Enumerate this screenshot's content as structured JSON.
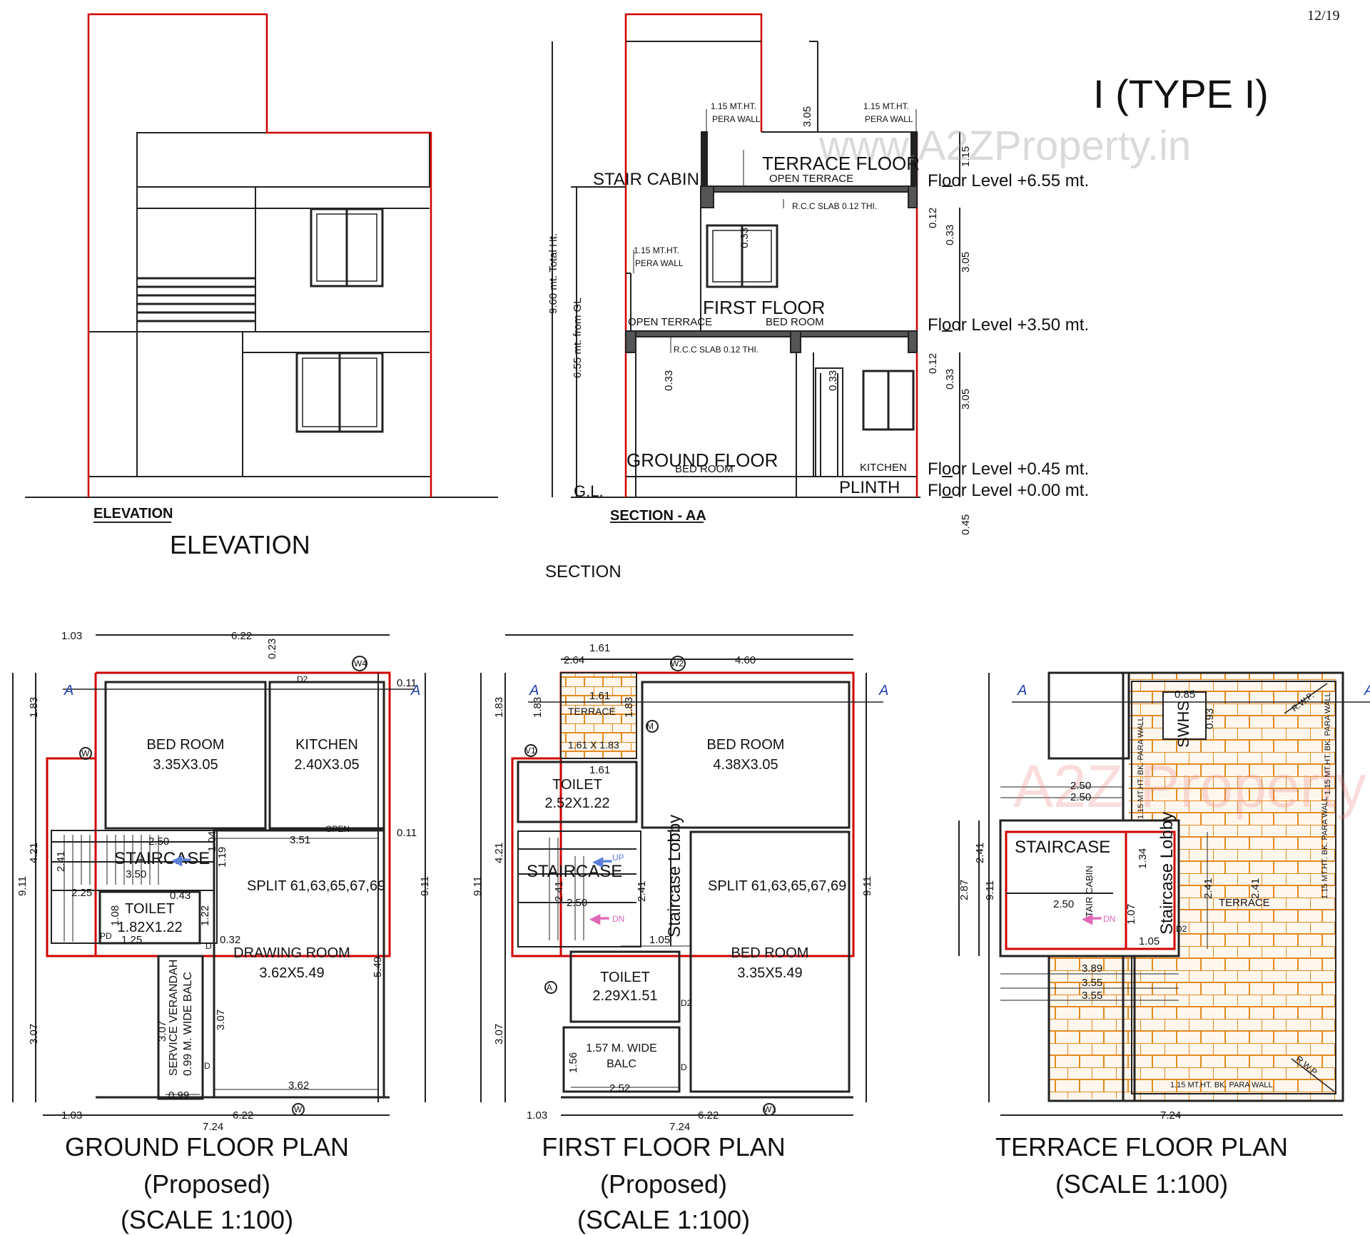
{
  "page_number": "12/19",
  "type_label": "I (TYPE I)",
  "watermark": "www.A2ZProperty.in",
  "watermark_2": "A2Z Property",
  "elevation": {
    "underlined_label": "ELEVATION",
    "title": "ELEVATION"
  },
  "section": {
    "underlined_label": "SECTION - AA",
    "caption": "SECTION",
    "labels": {
      "stair_cabin": "STAIR CABIN",
      "terrace_floor": "TERRACE FLOOR",
      "open_terrace_top": "OPEN TERRACE",
      "first_floor": "FIRST FLOOR",
      "open_terrace": "OPEN TERRACE",
      "bed_room_first": "BED ROOM",
      "ground_floor": "GROUND FLOOR",
      "bed_room_ground": "BED ROOM",
      "kitchen": "KITCHEN",
      "plinth": "PLINTH",
      "gl": "G.L.",
      "pera_wall_1": "1.15 MT.HT.",
      "pera_wall_1b": "PERA WALL",
      "pera_wall_2": "1.15 MT.HT.",
      "pera_wall_2b": "PERA WALL",
      "pera_wall_3": "1.15 MT.HT.",
      "pera_wall_3b": "PERA WALL",
      "slab_1": "R.C.C SLAB 0.12 THI.",
      "slab_2": "R.C.C SLAB 0.12 THI.",
      "total_ht": "9.60 mt. Total Ht.",
      "from_gl": "6.55 mt. from GL"
    },
    "levels": [
      "Floor Level +6.55 mt.",
      "Floor Level +3.50 mt.",
      "Floor Level +0.45 mt.",
      "Floor Level +0.00 mt."
    ],
    "dims": {
      "d305a": "3.05",
      "d115": "1.15",
      "d012a": "0.12",
      "d033a": "0.33",
      "d305b": "3.05",
      "d012b": "0.12",
      "d033b": "0.33",
      "d305c": "3.05",
      "d045": "0.45",
      "d033c": "0.33",
      "d033d": "0.33",
      "d033e": "0.33"
    }
  },
  "ground_plan": {
    "title": "GROUND FLOOR PLAN",
    "subtitle": "(Proposed)",
    "scale": "(SCALE 1:100)",
    "rooms": {
      "bed": [
        "BED ROOM",
        "3.35X3.05"
      ],
      "kitchen": [
        "KITCHEN",
        "2.40X3.05"
      ],
      "staircase": "STAIRCASE",
      "toilet": [
        "TOILET",
        "1.82X1.22"
      ],
      "split": "SPLIT 61,63,65,67,69",
      "drawing": [
        "DRAWING ROOM",
        "3.62X5.49"
      ],
      "verandah": [
        "SERVICE VERANDAH",
        "0.99 M. WIDE BALC"
      ]
    },
    "dims": [
      "1.03",
      "6.22",
      "0.23",
      "0.11",
      "0.11",
      "1.83",
      "4.21",
      "9.11",
      "9.11",
      "3.07",
      "2.41",
      "2.50",
      "3.50",
      "2.25",
      "0.43",
      "1.19",
      "1.04",
      "3.51",
      "1.08",
      "1.22",
      "1.25",
      "0.32",
      "5.49",
      "3.07",
      "3.07",
      "0.99",
      "3.62",
      "1.03",
      "6.22",
      "7.24"
    ],
    "tags": {
      "a1": "A",
      "a2": "A",
      "d2": "D2",
      "w4": "W4",
      "w": "W",
      "w2": "W",
      "open": "OPEN",
      "pd": "PD",
      "d": "D",
      "d3": "D"
    }
  },
  "first_plan": {
    "title": "FIRST FLOOR PLAN",
    "subtitle": "(Proposed)",
    "scale": "(SCALE 1:100)",
    "rooms": {
      "terrace": [
        "TERRACE",
        "1.61 X 1.83"
      ],
      "bed1": [
        "BED ROOM",
        "4.38X3.05"
      ],
      "toilet1": [
        "TOILET",
        "2.52X1.22"
      ],
      "staircase": "STAIRCASE",
      "lobby": "Staircase Lobby",
      "split": "SPLIT 61,63,65,67,69",
      "bed2": [
        "BED ROOM",
        "3.35X5.49"
      ],
      "toilet2": [
        "TOILET",
        "2.29X1.51"
      ],
      "balc": [
        "1.57 M. WIDE",
        "BALC"
      ]
    },
    "dims": [
      "1.61",
      "2.64",
      "4.60",
      "1.83",
      "1.83",
      "1.61",
      "1.83",
      "1.61",
      "9.11",
      "4.21",
      "2.41",
      "2.41",
      "2.50",
      "1.05",
      "9.11",
      "3.07",
      "1.56",
      "2.52",
      "1.03",
      "6.22",
      "7.24"
    ],
    "tags": {
      "a1": "A",
      "a2": "A",
      "w2": "W2",
      "v1": "V1",
      "a": "A",
      "w1": "W1",
      "d2": "D2",
      "d": "D",
      "up": "UP",
      "dn": "DN",
      "m": "M"
    }
  },
  "terrace_plan": {
    "title": "TERRACE FLOOR PLAN",
    "scale": "(SCALE 1:100)",
    "labels": {
      "swhs": "SWHS",
      "staircase": "STAIRCASE",
      "stair_cabin": "STAIR CABIN",
      "lobby": "Staircase Lobby",
      "terrace": "TERRACE",
      "rwp1": "R.W.P.",
      "rwp2": "R.W.P.",
      "para1": "1.15 MT.HT. BK. PARA WALL",
      "para2": "1.15 MT.HT. BK. PARA WALL",
      "para3": "1.15 MT.HT. BK. PARA WALL",
      "para4": "1.15 MT.HT. BK. PARA WALL"
    },
    "dims": [
      "0.85",
      "0.93",
      "2.50",
      "2.50",
      "2.87",
      "2.41",
      "9.11",
      "1.34",
      "2.50",
      "1.07",
      "1.05",
      "2.41",
      "2.41",
      "3.89",
      "3.55",
      "3.55",
      "7.24"
    ],
    "tags": {
      "a1": "A",
      "a2": "A",
      "dn": "DN",
      "d2": "D2"
    }
  },
  "colors": {
    "boundary": "#d00000",
    "wall": "#111111",
    "grid": "#e58a1f",
    "arrow": "#5b7fd8",
    "arrow2": "#e066b6"
  }
}
